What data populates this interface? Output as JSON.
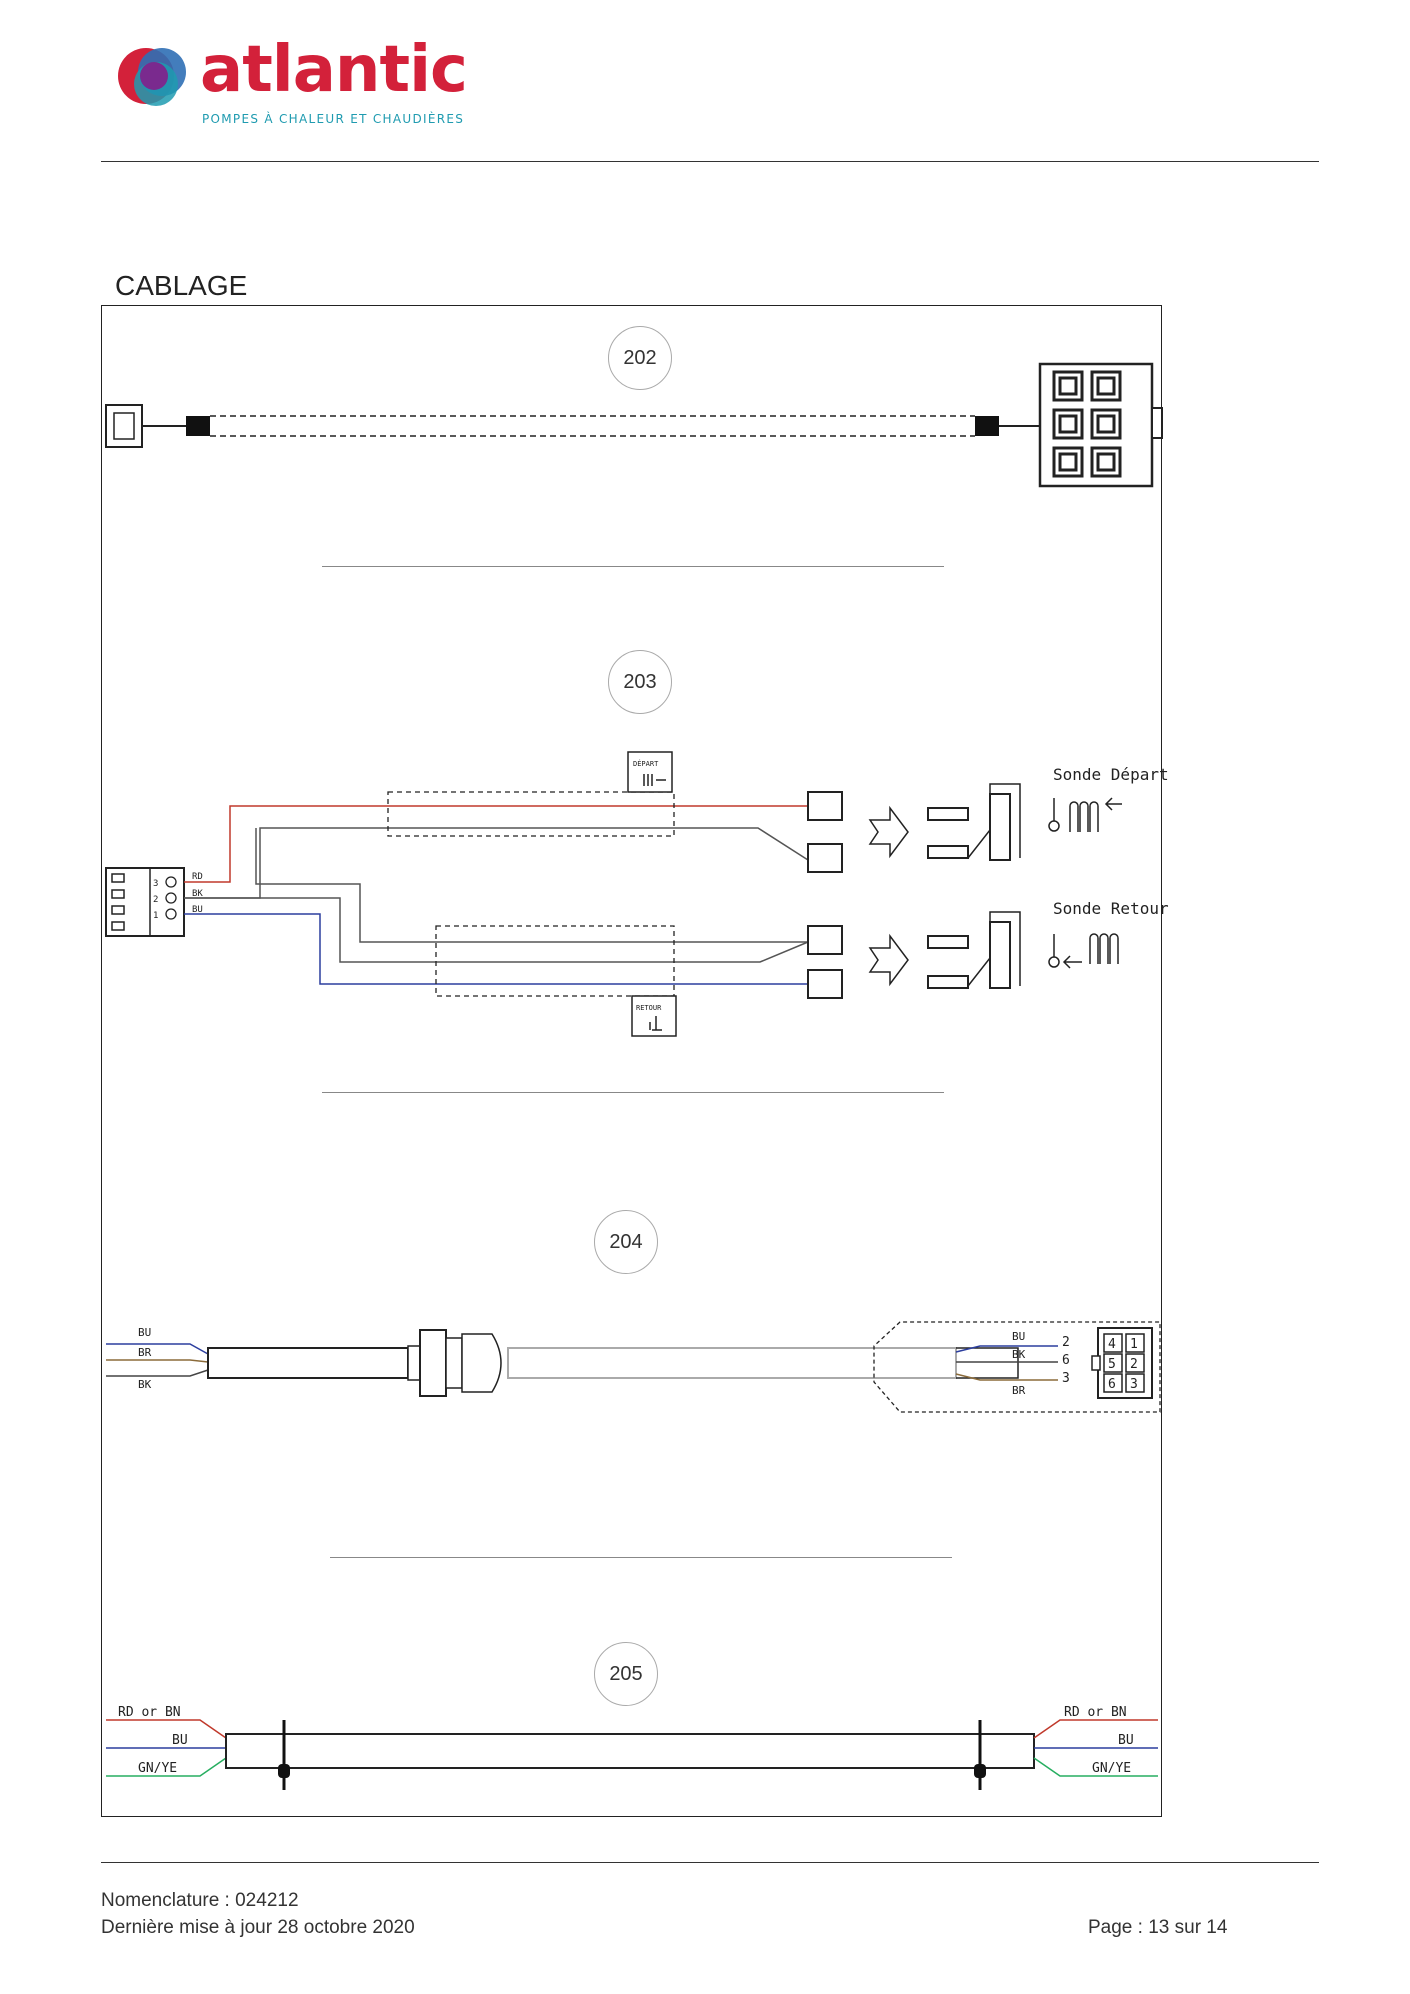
{
  "brand": {
    "name": "atlantic",
    "tagline": "POMPES À CHALEUR ET CHAUDIÈRES",
    "colors": {
      "red": "#d3213a",
      "teal": "#1f9bb0",
      "purple": "#7a2a8e",
      "blue": "#2f6fb5"
    }
  },
  "section": {
    "title": "CABLAGE"
  },
  "diagrams": {
    "d202": {
      "number": "202"
    },
    "d203": {
      "number": "203",
      "pins": [
        "3",
        "2",
        "1"
      ],
      "wires": [
        "RD",
        "BK",
        "BU"
      ],
      "tag_depart": "DÉPART",
      "tag_retour": "RETOUR",
      "sonde_depart": "Sonde Départ",
      "sonde_retour": "Sonde Retour"
    },
    "d204": {
      "number": "204",
      "left_wires": [
        "BU",
        "BR",
        "BK"
      ],
      "right_wires": [
        "BU",
        "BK",
        "BR"
      ],
      "right_pins": [
        "2",
        "6",
        "3"
      ],
      "connector_pins": [
        "4",
        "1",
        "5",
        "2",
        "6",
        "3"
      ]
    },
    "d205": {
      "number": "205",
      "left_wires": [
        "RD or BN",
        "BU",
        "GN/YE"
      ],
      "right_wires": [
        "RD or BN",
        "BU",
        "GN/YE"
      ]
    }
  },
  "footer": {
    "nomenclature": "Nomenclature : 024212",
    "updated": "Dernière mise à jour 28 octobre 2020",
    "page": "Page : 13 sur 14"
  }
}
